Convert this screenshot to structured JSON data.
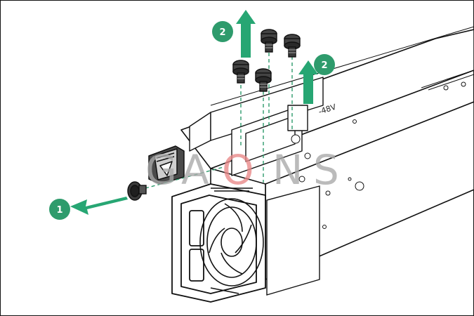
{
  "diagram": {
    "callouts": [
      {
        "id": "step-1",
        "label": "1"
      },
      {
        "id": "step-2a",
        "label": "2"
      },
      {
        "id": "step-2b",
        "label": "2"
      }
    ],
    "watermark": {
      "letters": [
        "G",
        "A",
        "O",
        "N",
        "S"
      ]
    },
    "engraving": "-48V"
  },
  "colors": {
    "callout": "#2e9b6c",
    "arrow": "#27a673",
    "line": "#111111",
    "dash": "#2e9b6c",
    "watermark_gray": "#a9a9a9",
    "watermark_red": "#e88787"
  },
  "icons": {
    "step-arrow": "arrow-icon",
    "screw": "screw-icon",
    "fan": "fan-icon"
  }
}
